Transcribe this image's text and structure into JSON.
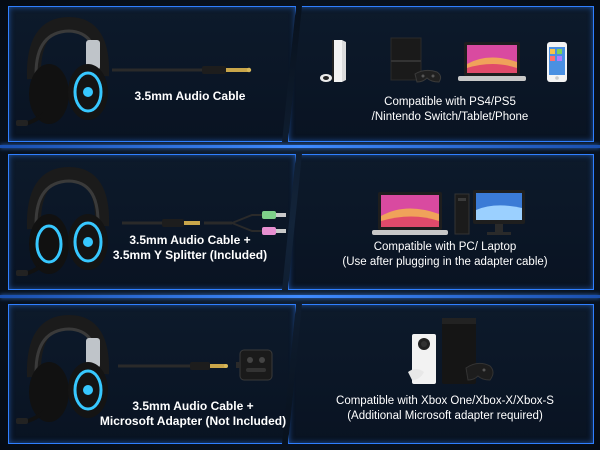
{
  "rows": [
    {
      "left_label_lines": [
        "3.5mm Audio Cable"
      ],
      "right_label_lines": [
        "Compatible with PS4/PS5",
        "/Nintendo Switch/Tablet/Phone"
      ]
    },
    {
      "left_label_lines": [
        "3.5mm Audio Cable +",
        "3.5mm Y Splitter (Included)"
      ],
      "right_label_lines": [
        "Compatible with PC/ Laptop",
        "(Use after plugging in the adapter cable)"
      ]
    },
    {
      "left_label_lines": [
        "3.5mm Audio Cable +",
        "Microsoft Adapter (Not Included)"
      ],
      "right_label_lines": [
        "Compatible with Xbox One/Xbox-X/Xbox-S",
        "(Additional Microsoft adapter required)"
      ]
    }
  ],
  "icons": {
    "headset": "headset-icon",
    "cable": "audio-cable-icon",
    "splitter": "y-splitter-icon",
    "adapter": "microsoft-adapter-icon",
    "ps5": "ps5-console-icon",
    "ps4": "ps4-console-icon",
    "laptop": "laptop-icon",
    "phone": "phone-icon",
    "desktop": "desktop-pc-icon",
    "xbox_s": "xbox-series-s-icon",
    "xbox_x": "xbox-series-x-icon"
  },
  "colors": {
    "accent": "#2f7fff",
    "background": "#0a1422",
    "led": "#37c8ff",
    "text": "#ffffff"
  }
}
